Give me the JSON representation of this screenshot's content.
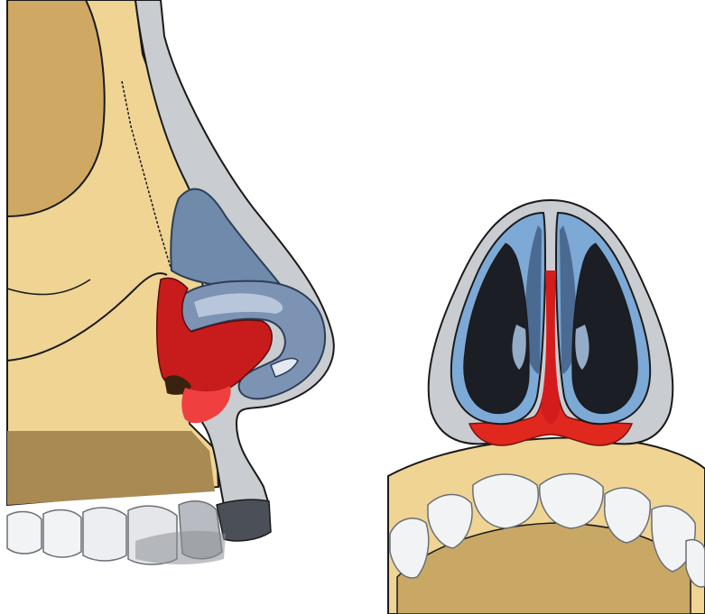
{
  "figure": {
    "panels": [
      {
        "id": "lateral-view",
        "subject": "nose-skull-profile"
      },
      {
        "id": "basal-view",
        "subject": "nose-base-with-upper-teeth"
      }
    ]
  },
  "colors": {
    "bone": "#efd494",
    "bone_dark": "#cfa964",
    "outline": "#1a1a1a",
    "skin_gray": "#c9ccd0",
    "cartilage_blue_dark": "#4b6a92",
    "cartilage_blue_light": "#7da9d6",
    "cavity_black": "#1b1e24",
    "red_highlight": "#d51c1c",
    "red_bright": "#ef3f3f",
    "tooth_white": "#f2f3f5",
    "tooth_gray": "#b8bcc2"
  }
}
